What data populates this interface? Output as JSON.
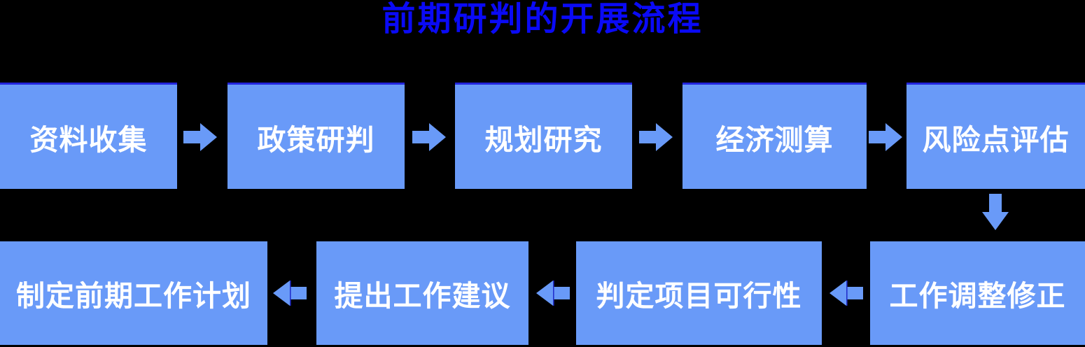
{
  "title": "前期研判的开展流程",
  "colors": {
    "background": "#000000",
    "box_fill": "#699af8",
    "box_top_edge": "#2224dd",
    "title_text": "#0a0af6",
    "step_text": "#ffffff",
    "arrow_back_edge": "#2330cc"
  },
  "flow": {
    "row1": [
      {
        "label": "资料收集"
      },
      {
        "label": "政策研判"
      },
      {
        "label": "规划研究"
      },
      {
        "label": "经济测算"
      },
      {
        "label": "风险点评估"
      }
    ],
    "row2": [
      {
        "label": "工作调整修正"
      },
      {
        "label": "判定项目可行性"
      },
      {
        "label": "提出工作建议"
      },
      {
        "label": "制定前期工作计划"
      }
    ]
  },
  "arrows": [
    {
      "direction": "right",
      "from": "资料收集",
      "to": "政策研判"
    },
    {
      "direction": "right",
      "from": "政策研判",
      "to": "规划研究"
    },
    {
      "direction": "right",
      "from": "规划研究",
      "to": "经济测算"
    },
    {
      "direction": "right",
      "from": "经济测算",
      "to": "风险点评估"
    },
    {
      "direction": "down",
      "from": "风险点评估",
      "to": "工作调整修正"
    },
    {
      "direction": "left",
      "from": "工作调整修正",
      "to": "判定项目可行性"
    },
    {
      "direction": "left",
      "from": "判定项目可行性",
      "to": "提出工作建议"
    },
    {
      "direction": "left",
      "from": "提出工作建议",
      "to": "制定前期工作计划"
    }
  ]
}
